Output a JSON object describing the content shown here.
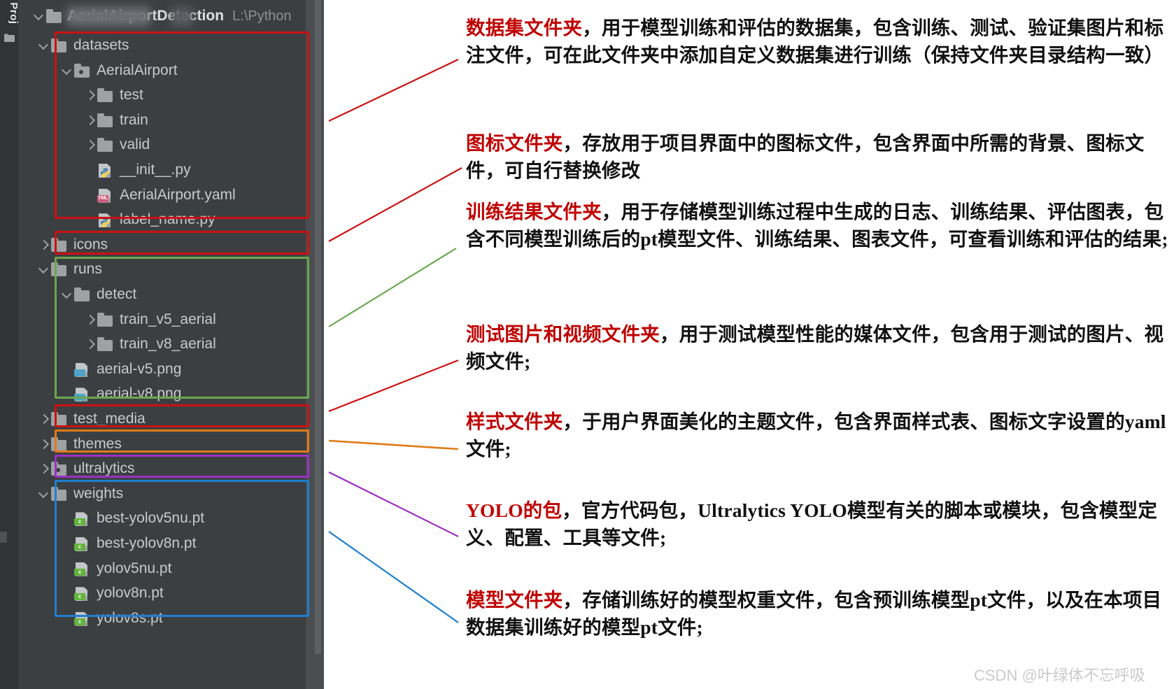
{
  "ide": {
    "tool_window_tab": "Proj",
    "tool_window_icon": "folder-icon",
    "project": {
      "name": "AerialAirportDetection",
      "path": "L:\\Python",
      "expanded": true
    },
    "colors": {
      "panel_bg": "#3c3f41",
      "stripe_bg": "#313335",
      "text": "#c8cbcd",
      "path_text": "#8d9194",
      "scrollbar": "#5c6062"
    },
    "tree": [
      {
        "label": "datasets",
        "indent": 0,
        "chevron": "down",
        "icon": "folder-icon"
      },
      {
        "label": "AerialAirport",
        "indent": 1,
        "chevron": "down",
        "icon": "folder-module-icon"
      },
      {
        "label": "test",
        "indent": 2,
        "chevron": "right",
        "icon": "folder-icon"
      },
      {
        "label": "train",
        "indent": 2,
        "chevron": "right",
        "icon": "folder-icon"
      },
      {
        "label": "valid",
        "indent": 2,
        "chevron": "right",
        "icon": "folder-icon"
      },
      {
        "label": "__init__.py",
        "indent": 2,
        "chevron": "none",
        "icon": "python-file-icon"
      },
      {
        "label": "AerialAirport.yaml",
        "indent": 2,
        "chevron": "none",
        "icon": "yaml-file-icon"
      },
      {
        "label": "label_name.py",
        "indent": 2,
        "chevron": "none",
        "icon": "python-file-icon"
      },
      {
        "label": "icons",
        "indent": 0,
        "chevron": "right",
        "icon": "folder-icon"
      },
      {
        "label": "runs",
        "indent": 0,
        "chevron": "down",
        "icon": "folder-icon"
      },
      {
        "label": "detect",
        "indent": 1,
        "chevron": "down",
        "icon": "folder-icon"
      },
      {
        "label": "train_v5_aerial",
        "indent": 2,
        "chevron": "right",
        "icon": "folder-icon"
      },
      {
        "label": "train_v8_aerial",
        "indent": 2,
        "chevron": "right",
        "icon": "folder-icon"
      },
      {
        "label": "aerial-v5.png",
        "indent": 1,
        "chevron": "none",
        "icon": "image-file-icon"
      },
      {
        "label": "aerial-v8.png",
        "indent": 1,
        "chevron": "none",
        "icon": "image-file-icon"
      },
      {
        "label": "test_media",
        "indent": 0,
        "chevron": "right",
        "icon": "folder-icon"
      },
      {
        "label": "themes",
        "indent": 0,
        "chevron": "right",
        "icon": "folder-icon"
      },
      {
        "label": "ultralytics",
        "indent": 0,
        "chevron": "right",
        "icon": "folder-module-icon"
      },
      {
        "label": "weights",
        "indent": 0,
        "chevron": "down",
        "icon": "folder-icon"
      },
      {
        "label": "best-yolov5nu.pt",
        "indent": 1,
        "chevron": "none",
        "icon": "pt-file-icon"
      },
      {
        "label": "best-yolov8n.pt",
        "indent": 1,
        "chevron": "none",
        "icon": "pt-file-icon"
      },
      {
        "label": "yolov5nu.pt",
        "indent": 1,
        "chevron": "none",
        "icon": "pt-file-icon"
      },
      {
        "label": "yolov8n.pt",
        "indent": 1,
        "chevron": "none",
        "icon": "pt-file-icon"
      },
      {
        "label": "yolov8s.pt",
        "indent": 1,
        "chevron": "none",
        "icon": "pt-file-icon"
      }
    ],
    "highlights": [
      {
        "name": "datasets-highlight",
        "color": "#cc1111",
        "target": "datasets"
      },
      {
        "name": "icons-highlight",
        "color": "#cc1111",
        "target": "icons"
      },
      {
        "name": "runs-highlight",
        "color": "#6aa84f",
        "target": "runs"
      },
      {
        "name": "test-media-highlight",
        "color": "#cc1111",
        "target": "test_media"
      },
      {
        "name": "themes-highlight",
        "color": "#e07b18",
        "target": "themes"
      },
      {
        "name": "ultralytics-highlight",
        "color": "#9b30c4",
        "target": "ultralytics"
      },
      {
        "name": "weights-highlight",
        "color": "#1f7fd0",
        "target": "weights"
      }
    ]
  },
  "notes": [
    {
      "id": "note-datasets",
      "keyword": "数据集文件夹",
      "body": "，用于模型训练和评估的数据集，包含训练、测试、验证集图片和标注文件，可在此文件夹中添加自定义数据集进行训练（保持文件夹目录结构一致）",
      "leader_color": "#cc1111"
    },
    {
      "id": "note-icons",
      "keyword": "图标文件夹",
      "body": "，存放用于项目界面中的图标文件，包含界面中所需的背景、图标文件，可自行替换修改",
      "leader_color": "#cc1111"
    },
    {
      "id": "note-runs",
      "keyword": "训练结果文件夹",
      "body": "，用于存储模型训练过程中生成的日志、训练结果、评估图表，包含不同模型训练后的pt模型文件、训练结果、图表文件，可查看训练和评估的结果;",
      "leader_color": "#6aa84f"
    },
    {
      "id": "note-test-media",
      "keyword": "测试图片和视频文件夹",
      "body": "，用于测试模型性能的媒体文件，包含用于测试的图片、视频文件;",
      "leader_color": "#cc1111"
    },
    {
      "id": "note-themes",
      "keyword": "样式文件夹",
      "body": "，于用户界面美化的主题文件，包含界面样式表、图标文字设置的yaml文件;",
      "leader_color": "#e07b18"
    },
    {
      "id": "note-ultralytics",
      "keyword": "YOLO的包",
      "body": "，官方代码包，Ultralytics YOLO模型有关的脚本或模块，包含模型定义、配置、工具等文件;",
      "leader_color": "#9b30c4"
    },
    {
      "id": "note-weights",
      "keyword": "模型文件夹",
      "body": "，存储训练好的模型权重文件，包含预训练模型pt文件，以及在本项目数据集训练好的模型pt文件;",
      "leader_color": "#1f7fd0"
    }
  ],
  "watermark": "CSDN @叶绿体不忘呼吸"
}
